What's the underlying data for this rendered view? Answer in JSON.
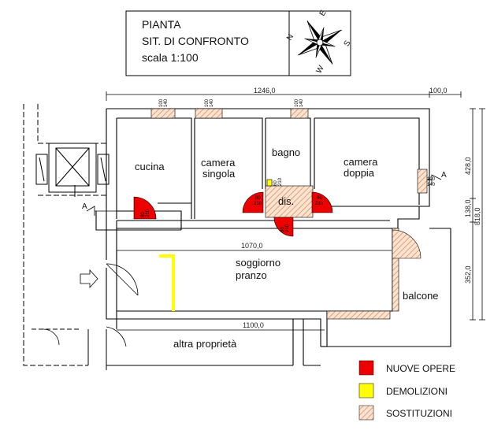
{
  "title_block": {
    "line1": "PIANTA",
    "line2": "SIT. DI CONFRONTO",
    "line3": "scala 1:100"
  },
  "compass": {
    "n": "N",
    "e": "E",
    "s": "S",
    "w": "W"
  },
  "dimensions": {
    "top_total": "1246,0",
    "top_right": "100,0",
    "right_upper": "428,0",
    "right_mid": "138,0",
    "right_total": "818,0",
    "right_lower": "352,0",
    "inner_mid": "1070,0",
    "inner_low": "1100,0"
  },
  "windows": {
    "w1_top": "100",
    "w1_bot": "140",
    "w2_top": "100",
    "w2_bot": "140",
    "w3_top": "100",
    "w3_bot": "140",
    "w4_top": "100",
    "w4_bot": "140"
  },
  "doors": {
    "kitchen_top": "80",
    "kitchen_bot": "210",
    "bath_top": "60",
    "bath_bot": "210",
    "dis_left_top": "80",
    "dis_left_bot": "210",
    "dis_right_top": "80",
    "dis_right_bot": "210",
    "dis_bottom_top": "80",
    "dis_bottom_bot": "210"
  },
  "rooms": {
    "cucina": "cucina",
    "camera_singola_1": "camera",
    "camera_singola_2": "singola",
    "bagno": "bagno",
    "camera_doppia_1": "camera",
    "camera_doppia_2": "doppia",
    "dis": "dis.",
    "soggiorno_1": "soggiorno",
    "soggiorno_2": "pranzo",
    "balcone": "balcone",
    "altra": "altra proprietà"
  },
  "section_marks": {
    "left": "A",
    "right": "A"
  },
  "legend": [
    {
      "label": "NUOVE OPERE",
      "color": "#ee0000"
    },
    {
      "label": "DEMOLIZIONI",
      "color": "#ffff00"
    },
    {
      "label": "SOSTITUZIONI",
      "color": "hatch"
    }
  ],
  "colors": {
    "new_works": "#ee0000",
    "demolition": "#ffff00",
    "hatch": "#e0a080"
  }
}
